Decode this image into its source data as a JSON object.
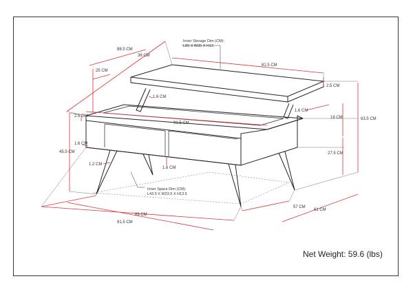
{
  "labels": {
    "depth_total": "88.5 CM",
    "depth_inner": "36 CM",
    "lid_depth": "25 CM",
    "lid_width": "81.5 CM",
    "lid_thickness": "2.5 CM",
    "inner_storage_title": "Inner Storage Dim (CM):",
    "inner_storage_dims": "L85 X W35 X H12",
    "frame_left": "1.6 CM",
    "frame_right": "1.6 CM",
    "height_lift": "18 CM",
    "height_total": "63.5 CM",
    "top_thickness": "2.5 CM",
    "top_width": "91.5 CM",
    "shelf_thickness": "1.6 CM",
    "height_body": "45.5 CM",
    "leg_offset": "1.2 CM",
    "divider": "1.6 CM",
    "height_base": "27.5 CM",
    "inner_space_title": "Inner Space Dim (CM):",
    "inner_space_dims": "L43.5 X W23.5 X H13.5",
    "base_depth": "57 CM",
    "base_depth_total": "61 CM",
    "base_width": "89 CM",
    "overall_width": "91.5 CM"
  },
  "weight": {
    "label": "Net Weight: 59.6 (lbs)"
  },
  "colors": {
    "dimension": "#e03030",
    "outline": "#222222"
  }
}
